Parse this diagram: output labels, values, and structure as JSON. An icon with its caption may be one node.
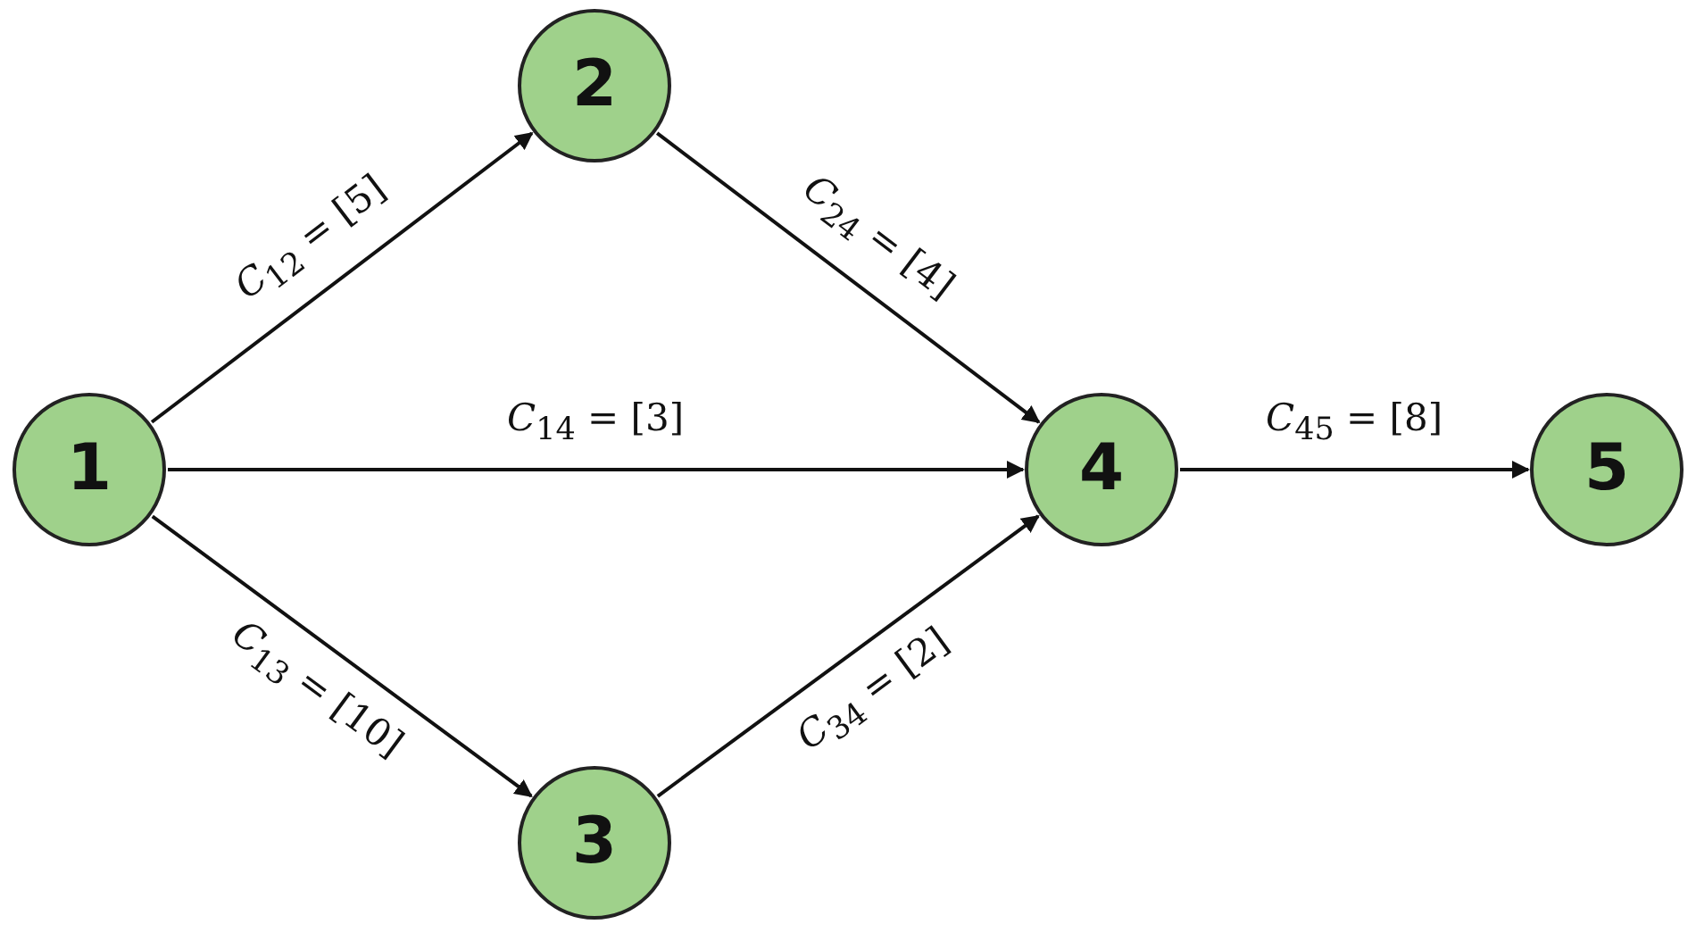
{
  "diagram": {
    "nodes": [
      {
        "text": [
          "1"
        ]
      },
      {
        "text": [
          "2"
        ]
      },
      {
        "text": [
          "3"
        ]
      },
      {
        "text": [
          "4"
        ]
      },
      {
        "text": [
          "5"
        ]
      }
    ],
    "edges": [
      {
        "from": 0,
        "to": 1,
        "arrow": "to",
        "label": "*C*$_{12}$ = [5]"
      },
      {
        "from": 0,
        "to": 3,
        "arrow": "to",
        "label": "*C*$_{14}$ = [3]"
      },
      {
        "from": 0,
        "to": 2,
        "arrow": "to",
        "label": "*C*$_{13}$ = [10]"
      },
      {
        "from": 1,
        "to": 3,
        "arrow": "to",
        "label": "*C*$_{24}$ = [4]"
      },
      {
        "from": 2,
        "to": 3,
        "arrow": "to",
        "label": "*C*$_{34}$ = [2]"
      },
      {
        "from": 3,
        "to": 4,
        "arrow": "to",
        "label": "*C*$_{45}$ = [8]"
      }
    ]
  }
}
